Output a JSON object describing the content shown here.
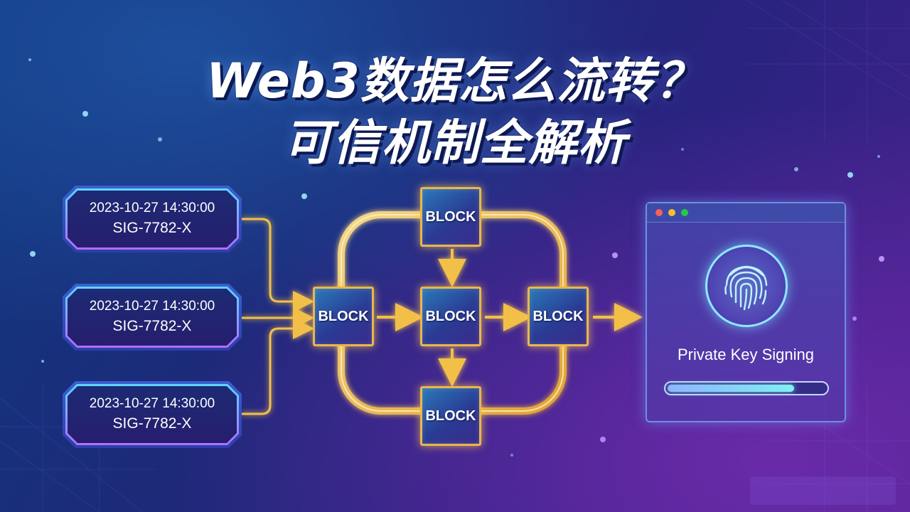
{
  "title": {
    "line1": "Web3数据怎么流转？",
    "line2": "可信机制全解析"
  },
  "signature_cards": [
    {
      "timestamp": "2023-10-27 14:30:00",
      "signature": "SIG-7782-X"
    },
    {
      "timestamp": "2023-10-27 14:30:00",
      "signature": "SIG-7782-X"
    },
    {
      "timestamp": "2023-10-27 14:30:00",
      "signature": "SIG-7782-X"
    }
  ],
  "blocks": {
    "top": "BLOCK",
    "left": "BLOCK",
    "center": "BLOCK",
    "right": "BLOCK",
    "bottom": "BLOCK"
  },
  "signing_window": {
    "label": "Private Key Signing",
    "progress": 0.8,
    "icon": "fingerprint-icon"
  },
  "colors": {
    "accent_gold": "#f2c04a",
    "card_glow": "#5fd6ff",
    "progress": "#7ff0f0"
  }
}
